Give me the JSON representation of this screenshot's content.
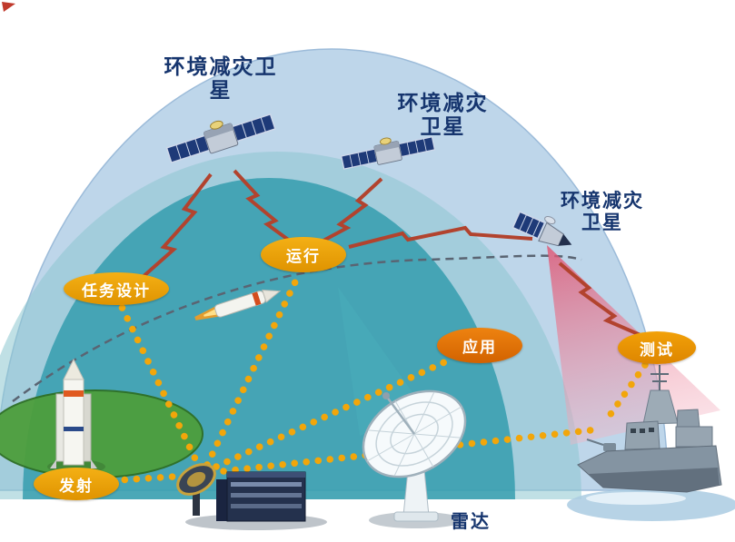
{
  "satellite_labels": [
    {
      "line1": "环境减灾卫",
      "line2": "星"
    },
    {
      "line1": "环境减灾",
      "line2": "卫星"
    },
    {
      "line1": "环境减灾",
      "line2": "卫星"
    }
  ],
  "stage_badges": {
    "mission_design": "任务设计",
    "operation": "运行",
    "application": "应用",
    "test": "测试",
    "launch": "发射"
  },
  "ground_labels": {
    "radar": "雷达"
  },
  "colors": {
    "dome_outer": "#b9d3e9",
    "dome_middle": "#8cc6cf",
    "dome_inner": "#2d9aab",
    "hill_green": "#4d9e3c",
    "badge_gold": "#eda400",
    "badge_orange": "#e06f00",
    "lightning_red": "#b2432e",
    "dotted_gold": "#f2a60a",
    "beam_teal": "#49aebc",
    "beam_pink": "#e0506e",
    "label_navy": "#16356e"
  }
}
